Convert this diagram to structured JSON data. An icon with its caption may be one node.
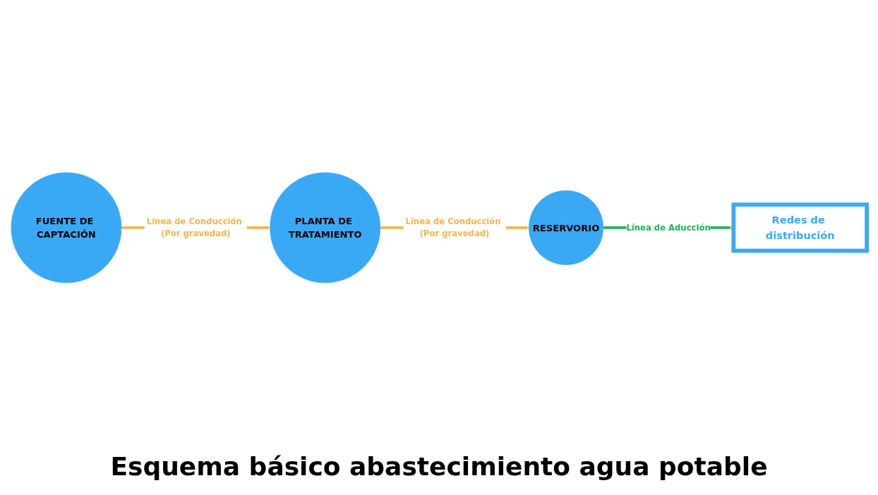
{
  "diagram": {
    "title": "Esquema básico abastecimiento agua potable",
    "nodes": [
      {
        "text": [
          "FUENTE DE CAPTACIÓN"
        ]
      },
      {
        "text": [
          "PLANTA DE TRATAMIENTO"
        ]
      },
      {
        "text": [
          "RESERVORIO"
        ]
      },
      {
        "text": [
          "Redes de distribución"
        ]
      }
    ],
    "edges": [
      {
        "from": 0,
        "to": 1,
        "arrow": "to",
        "label": "Línea de Conducción (Por gravedad)"
      },
      {
        "from": 1,
        "to": 2,
        "arrow": "to",
        "label": "Línea de Conducción (Por gravedad)"
      },
      {
        "from": 2,
        "to": 3,
        "arrow": "to",
        "label": "Línea de Aducción",
        "color": "#1db455"
      }
    ]
  }
}
